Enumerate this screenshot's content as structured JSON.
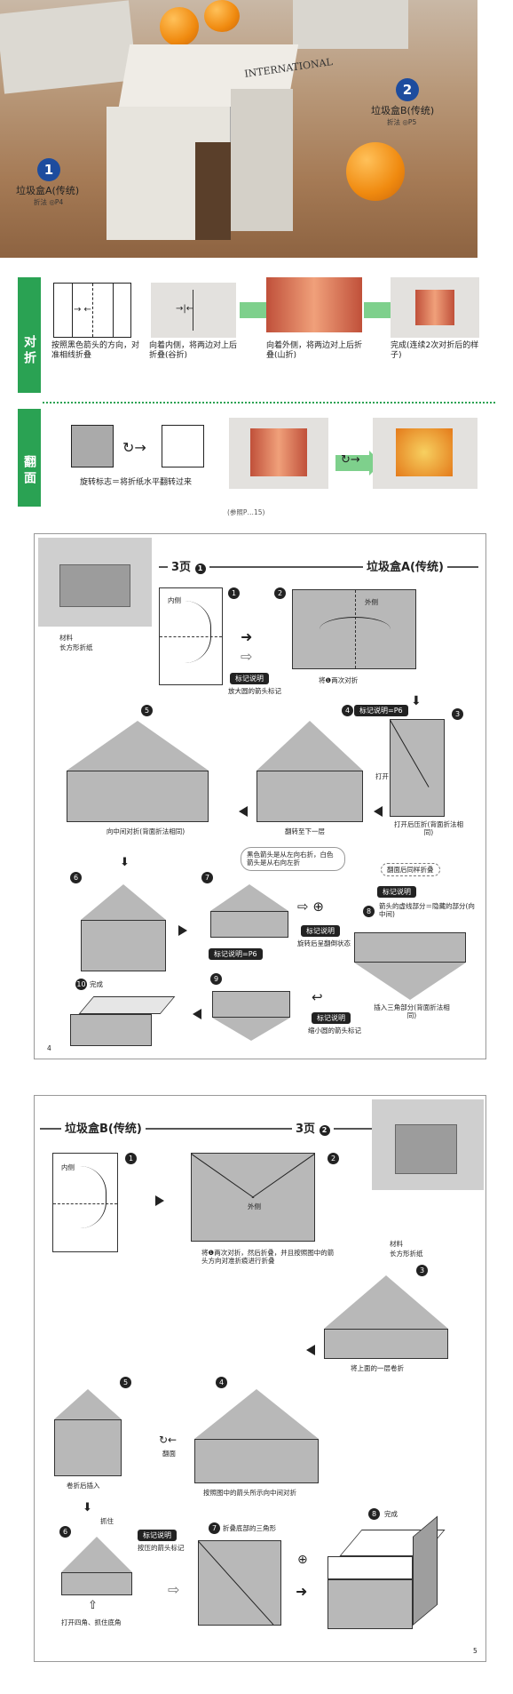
{
  "hero": {
    "items": [
      {
        "num": "1",
        "title": "垃圾盒A(传统)",
        "ref": "折法 ◎P4"
      },
      {
        "num": "2",
        "title": "垃圾盒B(传统)",
        "ref": "折法 ◎P5"
      }
    ],
    "newspaper_text": "INTERNATIONAL"
  },
  "strip": {
    "duizhe": {
      "label": "对折",
      "steps": [
        "按照黑色箭头的方向，对准相线折叠",
        "向着内侧，将两边对上后折叠(谷折)",
        "向着外侧，将两边对上后折叠(山折)",
        "完成(连续2次对折后的样子)"
      ]
    },
    "fanmian": {
      "label": "翻面",
      "caption": "旋转标志＝将折纸水平翻转过来",
      "next": "(参照P…15)"
    }
  },
  "pageA": {
    "page_ref": "3页",
    "page_ref_num": "1",
    "title": "垃圾盒A(传统)",
    "material": "材料",
    "material_desc": "长方形折纸",
    "inner": "内侧",
    "outer": "外侧",
    "mark": "标记说明",
    "mark_enlarge": "放大圆的箭头标记",
    "step2_cap": "将❶两次对折",
    "step3_open": "打开",
    "step3_cap": "打开后压折(背面折法相同)",
    "step4_mark": "标记说明=P6",
    "step4_cap": "翻转至下一层",
    "step5_cap": "向中间对折(背面折法相同)",
    "note_center": "黑色箭头是从左向右折，白色箭头是从右向左折",
    "note_back": "翻面后同样折叠",
    "step7_mark": "标记说明",
    "step7_cap": "旋转后呈翻倒状态",
    "step8_mark": "标记说明",
    "step8_desc": "箭头的虚线部分＝隐藏的部分(向中间)",
    "step8_cap": "插入三角部分(背面折法相同)",
    "step9_mark": "标记说明=P6",
    "step9_mark2": "标记说明",
    "step9_cap": "缩小圆的箭头标记",
    "step10": "完成",
    "page_no": "4"
  },
  "pageB": {
    "title": "垃圾盒B(传统)",
    "page_ref": "3页",
    "page_ref_num": "2",
    "inner": "内侧",
    "outer": "外侧",
    "material": "材料",
    "material_desc": "长方形折纸",
    "step2_cap": "将❶两次对折，然后折叠，并且按照图中的箭头方向对准折痕进行折叠",
    "step3_cap": "将上面的一层卷折",
    "step4_cap": "按照图中的箭头所示向中间对折",
    "step5_cap": "卷折后插入",
    "flip": "翻面",
    "step6_hold": "抓住",
    "step6_mark": "标记说明",
    "step6_desc": "按压的箭头标记",
    "step6_cap": "打开四角、抓住底角",
    "step7_cap": "折叠底部的三角形",
    "step8": "完成",
    "page_no": "5"
  }
}
